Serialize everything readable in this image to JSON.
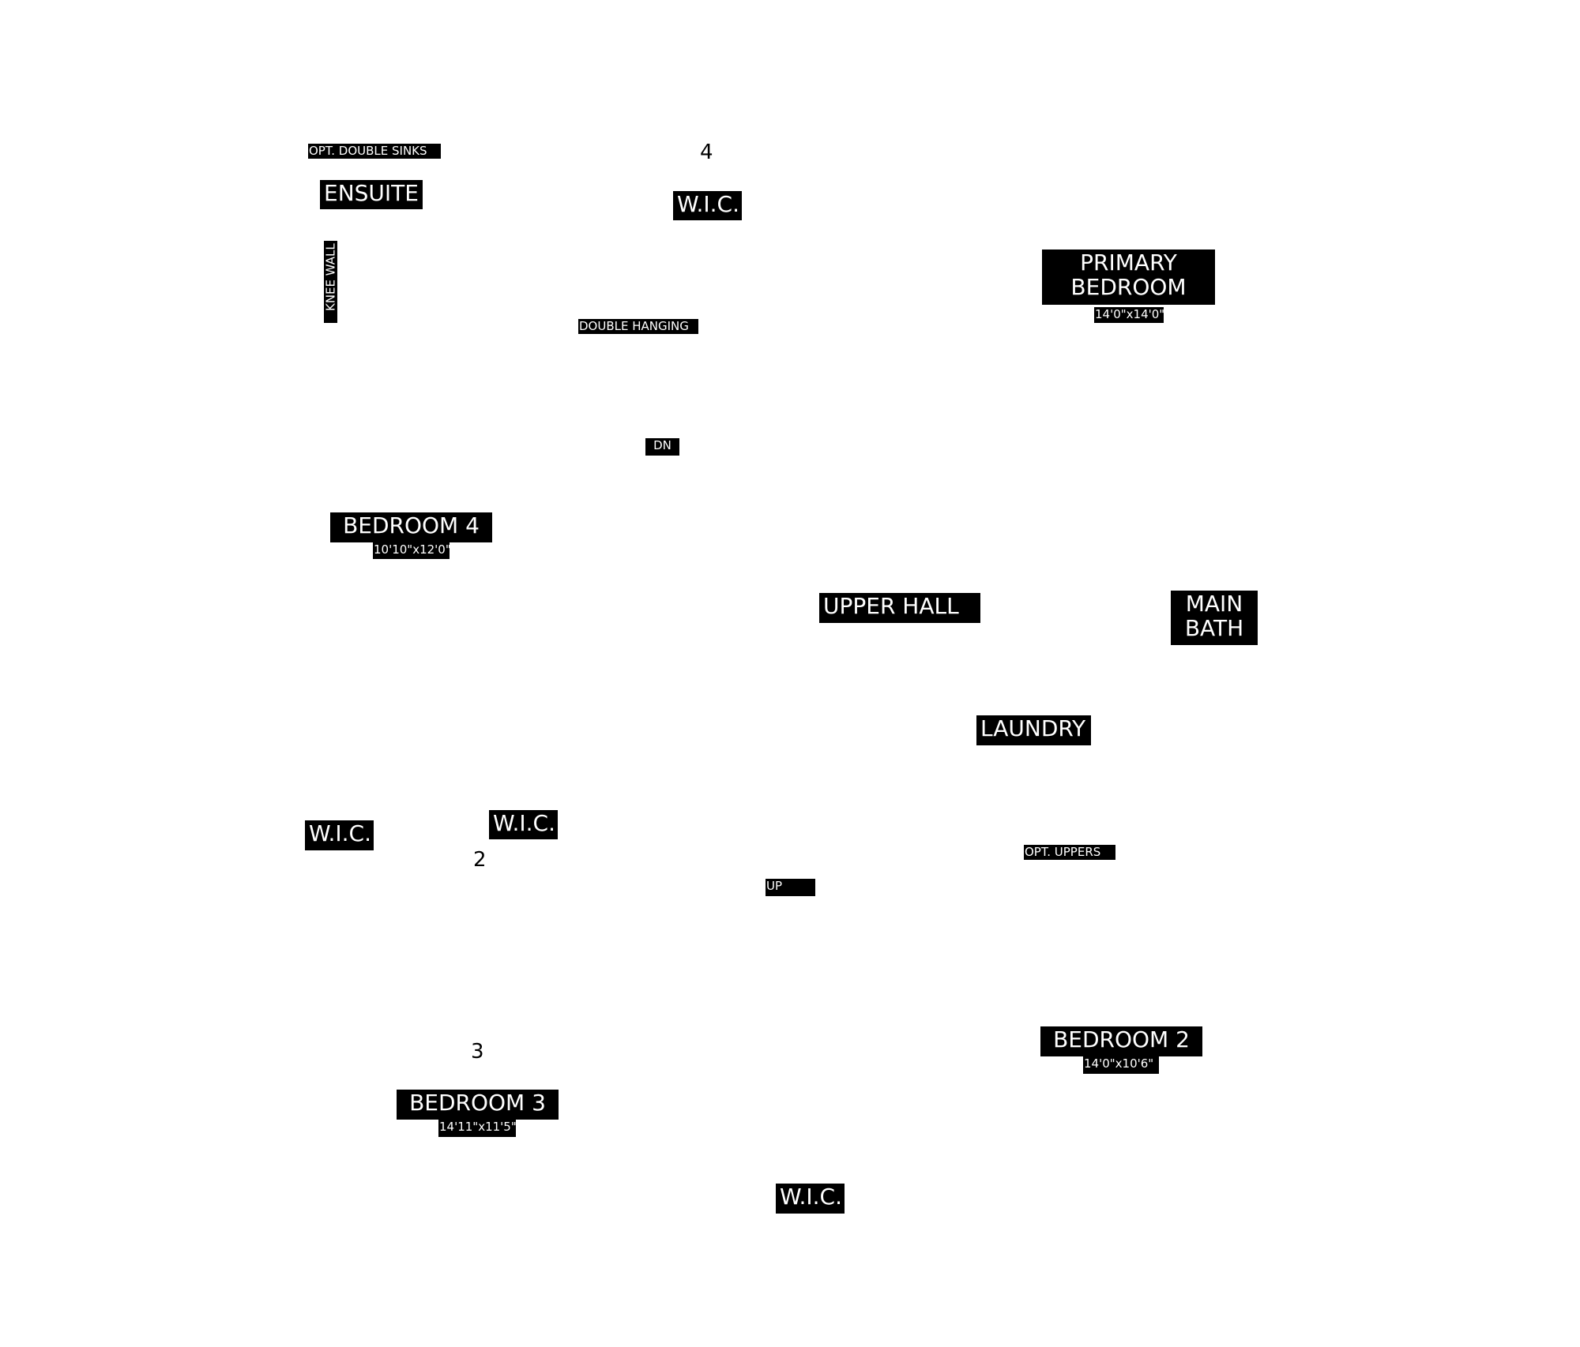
{
  "labels": {
    "opt_double_sinks": "OPT. DOUBLE SINKS",
    "ensuite": "ENSUITE",
    "knee_wall": "KNEE WALL",
    "number_4": "4",
    "wic_top": "W.I.C.",
    "double_hanging": "DOUBLE HANGING",
    "primary_bedroom_line1": "PRIMARY",
    "primary_bedroom_line2": "BEDROOM",
    "primary_bedroom_dim": "14'0\"x14'0\"",
    "dn": "DN",
    "bedroom4": "BEDROOM 4",
    "bedroom4_dim": "10'10\"x12'0\"",
    "upper_hall": "UPPER HALL",
    "main_bath_line1": "MAIN",
    "main_bath_line2": "BATH",
    "laundry": "LAUNDRY",
    "wic_left": "W.I.C.",
    "wic_mid": "W.I.C.",
    "number_2": "2",
    "opt_uppers": "OPT. UPPERS",
    "up": "UP",
    "number_3": "3",
    "bedroom3": "BEDROOM 3",
    "bedroom3_dim": "14'11\"x11'5\"",
    "bedroom2": "BEDROOM 2",
    "bedroom2_dim": "14'0\"x10'6\"",
    "wic_bottom": "W.I.C."
  },
  "colors": {
    "background": "#ffffff",
    "label_fill": "#000000",
    "label_text": "#ffffff"
  }
}
